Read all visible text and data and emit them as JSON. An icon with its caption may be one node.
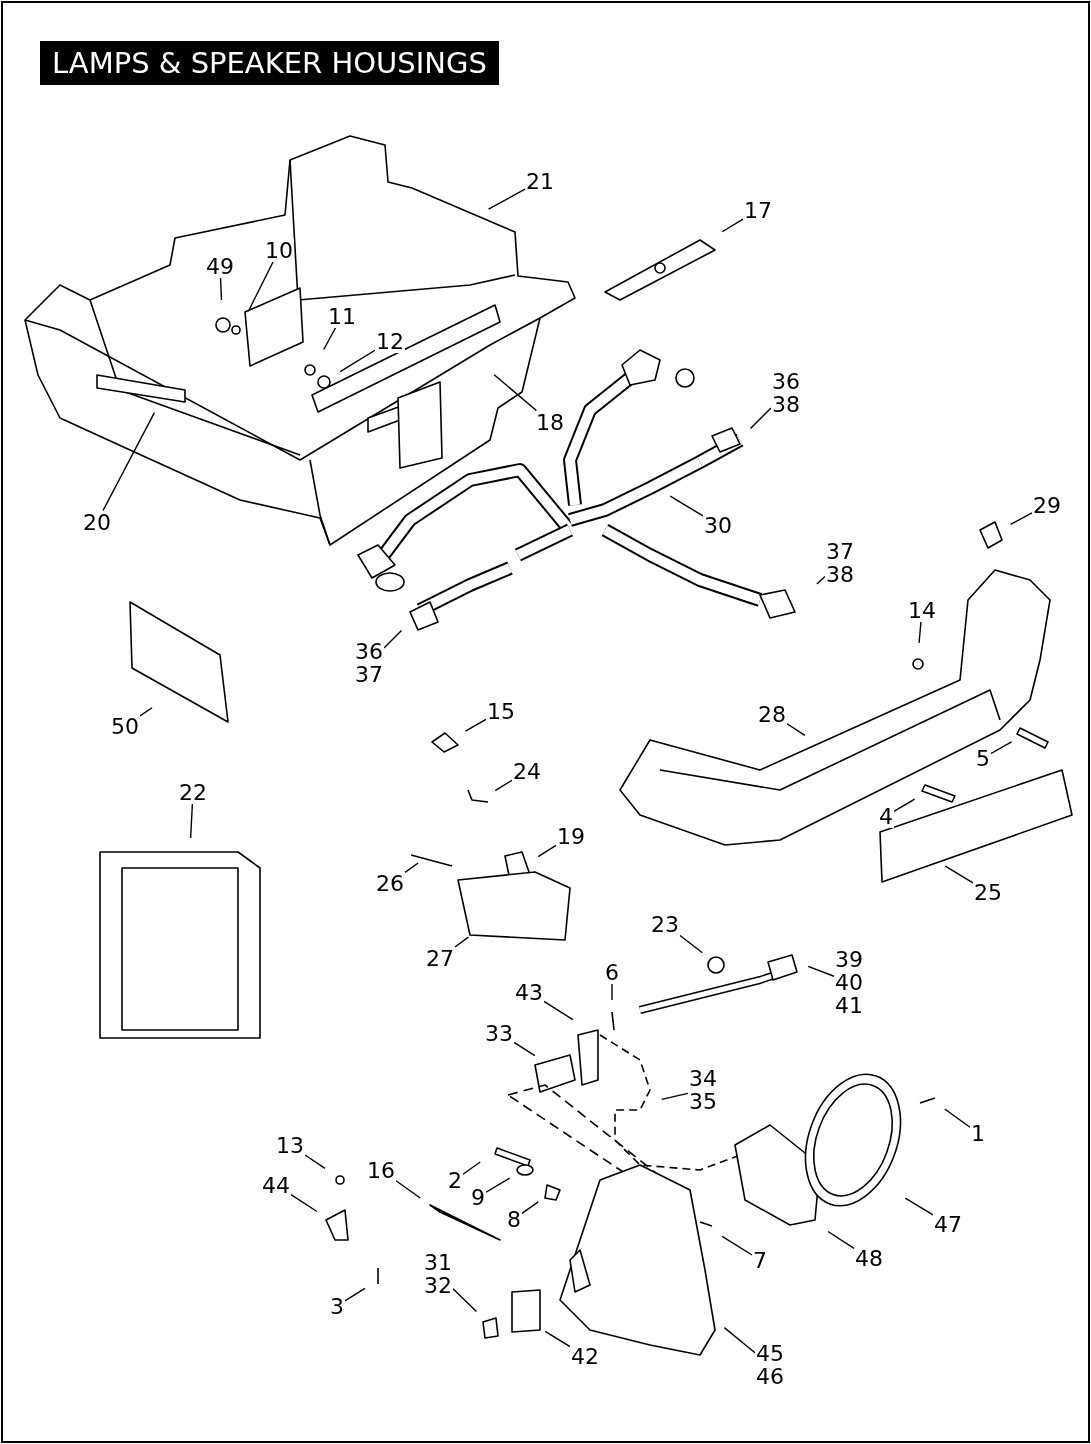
{
  "diagram": {
    "title": "LAMPS & SPEAKER HOUSINGS",
    "nodes": [
      {
        "text": [
          "21"
        ]
      },
      {
        "text": [
          "17"
        ]
      },
      {
        "text": [
          "49"
        ]
      },
      {
        "text": [
          "10"
        ]
      },
      {
        "text": [
          "11"
        ]
      },
      {
        "text": [
          "12"
        ]
      },
      {
        "text": [
          "36",
          "38"
        ]
      },
      {
        "text": [
          "18"
        ]
      },
      {
        "text": [
          "20"
        ]
      },
      {
        "text": [
          "30"
        ]
      },
      {
        "text": [
          "29"
        ]
      },
      {
        "text": [
          "37",
          "38"
        ]
      },
      {
        "text": [
          "14"
        ]
      },
      {
        "text": [
          "36",
          "37"
        ]
      },
      {
        "text": [
          "15"
        ]
      },
      {
        "text": [
          "28"
        ]
      },
      {
        "text": [
          "50"
        ]
      },
      {
        "text": [
          "5"
        ]
      },
      {
        "text": [
          "24"
        ]
      },
      {
        "text": [
          "22"
        ]
      },
      {
        "text": [
          "4"
        ]
      },
      {
        "text": [
          "19"
        ]
      },
      {
        "text": [
          "26"
        ]
      },
      {
        "text": [
          "25"
        ]
      },
      {
        "text": [
          "23"
        ]
      },
      {
        "text": [
          "39",
          "40",
          "41"
        ]
      },
      {
        "text": [
          "27"
        ]
      },
      {
        "text": [
          "6"
        ]
      },
      {
        "text": [
          "43"
        ]
      },
      {
        "text": [
          "33"
        ]
      },
      {
        "text": [
          "34",
          "35"
        ]
      },
      {
        "text": [
          "1"
        ]
      },
      {
        "text": [
          "13"
        ]
      },
      {
        "text": [
          "16"
        ]
      },
      {
        "text": [
          "2"
        ]
      },
      {
        "text": [
          "44"
        ]
      },
      {
        "text": [
          "9"
        ]
      },
      {
        "text": [
          "8"
        ]
      },
      {
        "text": [
          "47"
        ]
      },
      {
        "text": [
          "7"
        ]
      },
      {
        "text": [
          "48"
        ]
      },
      {
        "text": [
          "31",
          "32"
        ]
      },
      {
        "text": [
          "3"
        ]
      },
      {
        "text": [
          "42"
        ]
      },
      {
        "text": [
          "45",
          "46"
        ]
      }
    ],
    "edges": [
      {
        "from": 0,
        "to": null,
        "arrow": "none"
      },
      {
        "from": 1,
        "to": null,
        "arrow": "none"
      },
      {
        "from": 2,
        "to": null,
        "arrow": "none"
      },
      {
        "from": 3,
        "to": null,
        "arrow": "none"
      },
      {
        "from": 4,
        "to": null,
        "arrow": "none"
      },
      {
        "from": 5,
        "to": null,
        "arrow": "none"
      },
      {
        "from": 6,
        "to": null,
        "arrow": "none"
      },
      {
        "from": 7,
        "to": null,
        "arrow": "none"
      },
      {
        "from": 8,
        "to": null,
        "arrow": "none"
      },
      {
        "from": 9,
        "to": null,
        "arrow": "none"
      },
      {
        "from": 10,
        "to": null,
        "arrow": "none"
      },
      {
        "from": 11,
        "to": null,
        "arrow": "none"
      },
      {
        "from": 12,
        "to": null,
        "arrow": "none"
      },
      {
        "from": 13,
        "to": null,
        "arrow": "none"
      },
      {
        "from": 14,
        "to": null,
        "arrow": "none"
      },
      {
        "from": 15,
        "to": null,
        "arrow": "none"
      },
      {
        "from": 16,
        "to": null,
        "arrow": "none"
      },
      {
        "from": 17,
        "to": null,
        "arrow": "none"
      },
      {
        "from": 18,
        "to": null,
        "arrow": "none"
      },
      {
        "from": 19,
        "to": null,
        "arrow": "none"
      },
      {
        "from": 20,
        "to": null,
        "arrow": "none"
      },
      {
        "from": 21,
        "to": null,
        "arrow": "none"
      },
      {
        "from": 22,
        "to": null,
        "arrow": "none"
      },
      {
        "from": 23,
        "to": null,
        "arrow": "none"
      },
      {
        "from": 24,
        "to": null,
        "arrow": "none"
      },
      {
        "from": 25,
        "to": null,
        "arrow": "none"
      },
      {
        "from": 26,
        "to": null,
        "arrow": "none"
      },
      {
        "from": 27,
        "to": null,
        "arrow": "none"
      },
      {
        "from": 28,
        "to": null,
        "arrow": "none"
      },
      {
        "from": 29,
        "to": null,
        "arrow": "none"
      },
      {
        "from": 30,
        "to": null,
        "arrow": "none"
      },
      {
        "from": 31,
        "to": null,
        "arrow": "none"
      },
      {
        "from": 32,
        "to": null,
        "arrow": "none"
      },
      {
        "from": 33,
        "to": null,
        "arrow": "none"
      },
      {
        "from": 34,
        "to": null,
        "arrow": "none"
      },
      {
        "from": 35,
        "to": null,
        "arrow": "none"
      },
      {
        "from": 36,
        "to": null,
        "arrow": "none"
      },
      {
        "from": 37,
        "to": null,
        "arrow": "none"
      },
      {
        "from": 38,
        "to": null,
        "arrow": "none"
      },
      {
        "from": 39,
        "to": null,
        "arrow": "none"
      },
      {
        "from": 40,
        "to": null,
        "arrow": "none"
      },
      {
        "from": 41,
        "to": null,
        "arrow": "none"
      },
      {
        "from": 42,
        "to": null,
        "arrow": "none"
      },
      {
        "from": 43,
        "to": null,
        "arrow": "none"
      },
      {
        "from": 44,
        "to": null,
        "arrow": "none"
      }
    ]
  }
}
